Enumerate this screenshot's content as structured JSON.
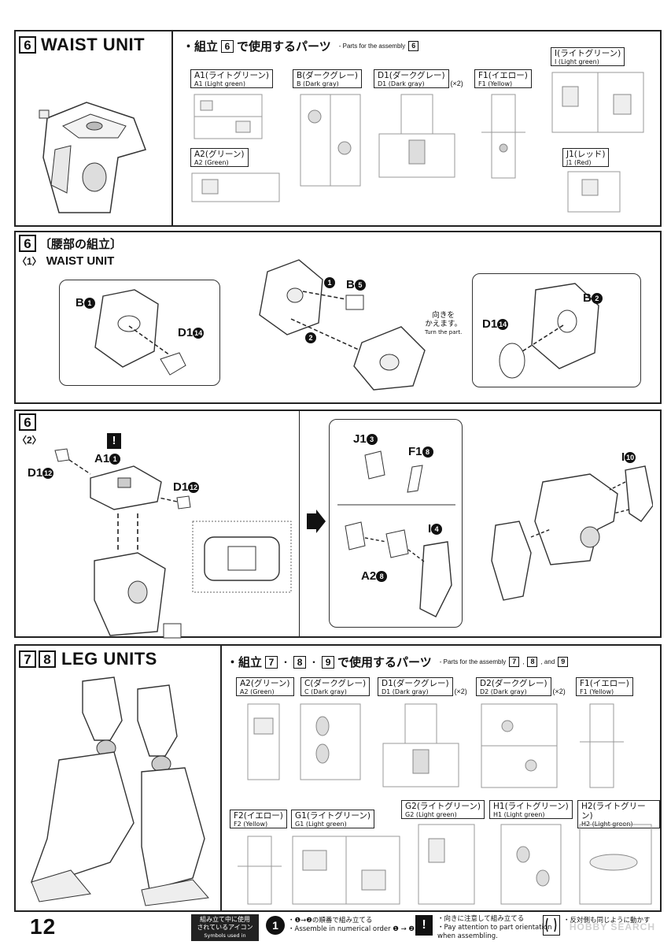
{
  "section1": {
    "num": "6",
    "title": "WAIST UNIT",
    "heading_jp_a": "・組立",
    "heading_num": "6",
    "heading_jp_b": "で使用するパーツ",
    "heading_en": "- Parts for the assembly",
    "heading_en_num": "6",
    "parts": [
      {
        "jp": "A1(ライトグリーン)",
        "en": "A1 (Light green)"
      },
      {
        "jp": "B(ダークグレー)",
        "en": "B (Dark gray)"
      },
      {
        "jp": "D1(ダークグレー)",
        "en": "D1 (Dark gray)",
        "mult": "(×2)"
      },
      {
        "jp": "F1(イエロー)",
        "en": "F1 (Yellow)"
      },
      {
        "jp": "I(ライトグリーン)",
        "en": "I (Light green)"
      },
      {
        "jp": "A2(グリーン)",
        "en": "A2 (Green)"
      },
      {
        "jp": "J1(レッド)",
        "en": "J1 (Red)"
      }
    ]
  },
  "section2": {
    "num": "6",
    "title_jp": "〔腰部の組立〕",
    "sub": "〈1〉",
    "title_en": "WAIST UNIT",
    "labels": {
      "b1": "B",
      "b1n": "1",
      "d1a": "D1",
      "d1an": "14",
      "step1": "1",
      "b5": "B",
      "b5n": "5",
      "step2": "2",
      "b2": "B",
      "b2n": "2",
      "d1b": "D1",
      "d1bn": "14",
      "turn_jp1": "向きを",
      "turn_jp2": "かえます。",
      "turn_en": "Turn the part."
    }
  },
  "section3": {
    "num": "6",
    "sub": "〈2〉",
    "warn": "!",
    "labels": {
      "a1": "A1",
      "a1n": "1",
      "d1l": "D1",
      "d1ln": "12",
      "d1r": "D1",
      "d1rn": "12",
      "j1": "J1",
      "j1n": "3",
      "f1": "F1",
      "f1n": "8",
      "i4": "I",
      "i4n": "4",
      "a2": "A2",
      "a2n": "8",
      "i10": "I",
      "i10n": "10"
    }
  },
  "section4": {
    "num_a": "7",
    "num_b": "8",
    "title": "LEG UNITS",
    "heading_jp_a": "・組立",
    "heading_n1": "7",
    "heading_n2": "8",
    "heading_n3": "9",
    "heading_jp_b": "で使用するパーツ",
    "heading_en": "- Parts for the assembly",
    "heading_en_and": ", and",
    "parts": [
      {
        "jp": "A2(グリーン)",
        "en": "A2 (Green)"
      },
      {
        "jp": "C(ダークグレー)",
        "en": "C (Dark gray)"
      },
      {
        "jp": "D1(ダークグレー)",
        "en": "D1 (Dark gray)",
        "mult": "(×2)"
      },
      {
        "jp": "D2(ダークグレー)",
        "en": "D2 (Dark gray)",
        "mult": "(×2)"
      },
      {
        "jp": "F1(イエロー)",
        "en": "F1 (Yellow)"
      },
      {
        "jp": "F2(イエロー)",
        "en": "F2 (Yellow)"
      },
      {
        "jp": "G1(ライトグリーン)",
        "en": "G1 (Light green)"
      },
      {
        "jp": "G2(ライトグリーン)",
        "en": "G2 (Light green)"
      },
      {
        "jp": "H1(ライトグリーン)",
        "en": "H1 (Light green)"
      },
      {
        "jp": "H2(ライトグリーン)",
        "en": "H2 (Light green)"
      }
    ]
  },
  "footer": {
    "page": "12",
    "legend_jp1": "組み立て中に使用",
    "legend_jp2": "されているアイコン",
    "legend_en": "Symbols used in instructions",
    "order_jp": "・❶→❷の順番で組み立てる",
    "order_en": "・Assemble in numerical order ❶ → ❷.",
    "attn_jp": "・向きに注意して組み立てる",
    "attn_en1": "・Pay attention to part orientation",
    "attn_en2": "when assembling.",
    "move_jp": "・反対側も同じように動かす",
    "watermark": "HOBBY SEARCH"
  }
}
